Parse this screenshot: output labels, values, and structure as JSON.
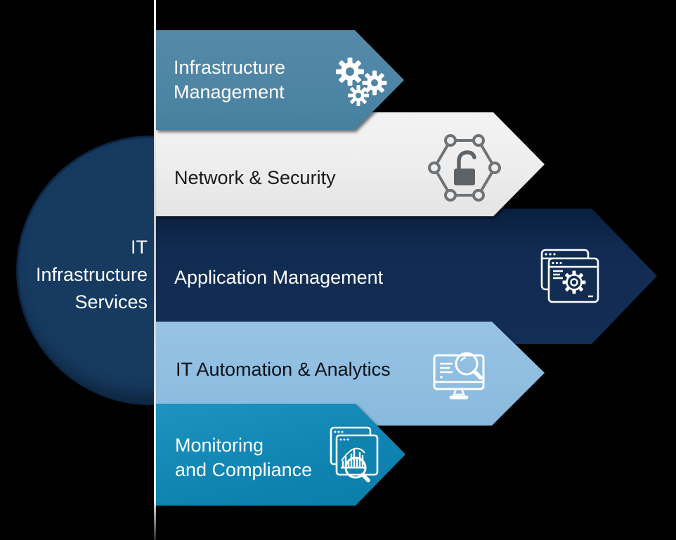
{
  "diagram": {
    "background": "#000000",
    "divider_color": "#FFFFFF",
    "hub": {
      "label": "IT\nInfrastructure\nServices",
      "fill": "#163A60",
      "border": "#0C2543",
      "text_color": "#FFFFFF"
    },
    "banners": [
      {
        "label": "Infrastructure\nManagement",
        "icon": "gears-icon",
        "color": "#4E85A5",
        "text_color": "#FFFFFF"
      },
      {
        "label": "Network & Security",
        "icon": "network-security-lock-icon",
        "color": "#EDEDED",
        "text_color": "#1A1A1A"
      },
      {
        "label": "Application Management",
        "icon": "app-window-gear-icon",
        "color": "#112B52",
        "text_color": "#FFFFFF"
      },
      {
        "label": "IT Automation & Analytics",
        "icon": "monitor-magnifier-icon",
        "color": "#8FBEE1",
        "text_color": "#0E1116"
      },
      {
        "label": "Monitoring\nand Compliance",
        "icon": "dashboard-magnifier-icon",
        "color": "#1085B2",
        "text_color": "#FFFFFF"
      }
    ]
  }
}
